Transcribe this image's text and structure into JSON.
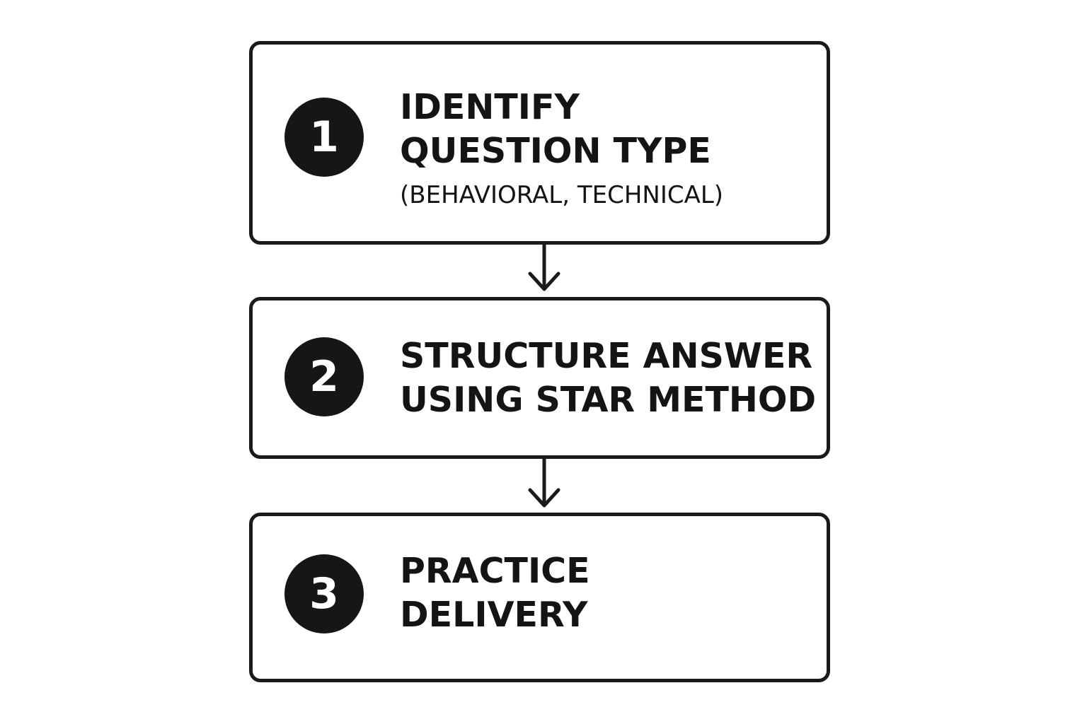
{
  "steps": [
    {
      "number": "1",
      "title_lines": [
        "IDENTIFY",
        "QUESTION TYPE"
      ],
      "subtitle": "(BEHAVIORAL, TECHNICAL)"
    },
    {
      "number": "2",
      "title_lines": [
        "STRUCTURE ANSWER",
        "USING STAR METHOD"
      ]
    },
    {
      "number": "3",
      "title_lines": [
        "PRACTICE",
        "DELIVERY"
      ]
    }
  ],
  "connectors": [
    {
      "from": "1",
      "to": "2",
      "icon": "arrow-down-icon"
    },
    {
      "from": "2",
      "to": "3",
      "icon": "arrow-down-icon"
    }
  ],
  "colors": {
    "stroke": "#1a1a1a",
    "badge_fill": "#161616",
    "badge_text": "#ffffff",
    "text": "#141414",
    "background": "#ffffff"
  }
}
